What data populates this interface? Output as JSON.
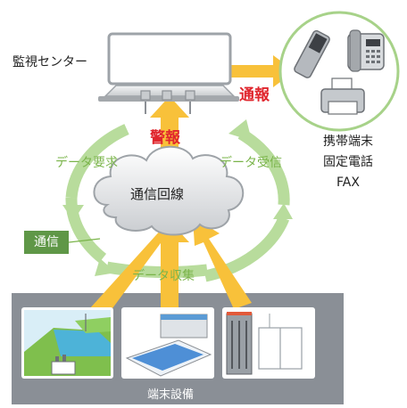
{
  "monitoring_center": "監視センター",
  "alarm": "警報",
  "notification": "通報",
  "data_request": "データ要求",
  "data_receive": "データ受信",
  "comm_line": "通信回線",
  "data_collect": "データ収集",
  "communication": "通信",
  "terminal_equipment": "端末設備",
  "destinations": [
    "携帯端末",
    "固定電話",
    "FAX"
  ],
  "colors": {
    "alarm_red": "#e0262d",
    "arrow_yellow": "#f8c13a",
    "cycle_green": "#b8dc9c",
    "label_green": "#7ab44a",
    "badge_green": "#5f9747",
    "panel_gray": "#8a8f96"
  },
  "icons": [
    "computer-monitor-icon",
    "cell-phone-icon",
    "desk-phone-icon",
    "fax-machine-icon",
    "cloud-icon",
    "dam-icon",
    "factory-icon",
    "server-rack-icon"
  ]
}
